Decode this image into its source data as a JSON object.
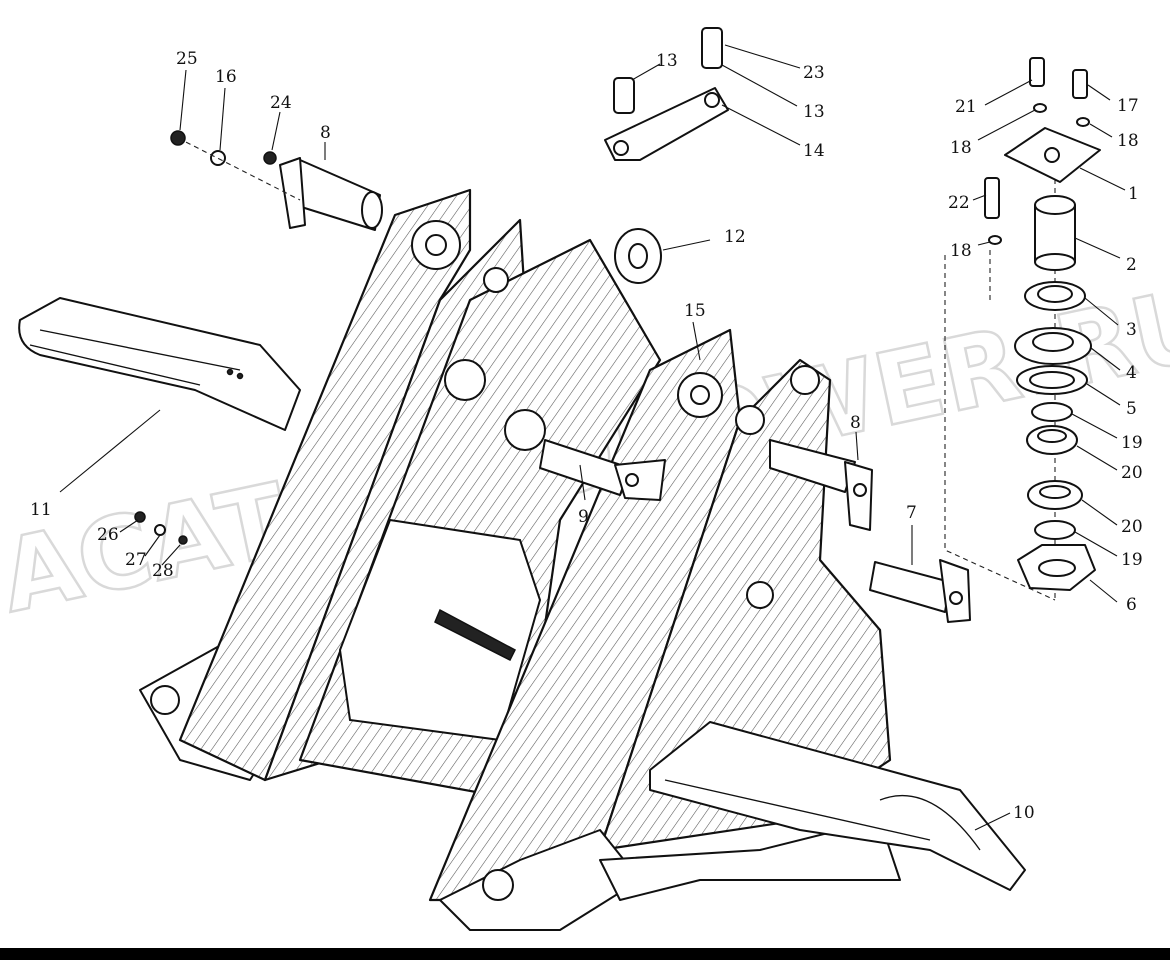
{
  "watermark": "ACAT-AUTOPOWER.RU",
  "callouts": [
    {
      "id": "c1",
      "text": "25"
    },
    {
      "id": "c2",
      "text": "16"
    },
    {
      "id": "c3",
      "text": "24"
    },
    {
      "id": "c4",
      "text": "8"
    },
    {
      "id": "c5",
      "text": "13"
    },
    {
      "id": "c6",
      "text": "23"
    },
    {
      "id": "c7",
      "text": "13"
    },
    {
      "id": "c8",
      "text": "14"
    },
    {
      "id": "c9",
      "text": "21"
    },
    {
      "id": "c10",
      "text": "17"
    },
    {
      "id": "c11",
      "text": "18"
    },
    {
      "id": "c12",
      "text": "18"
    },
    {
      "id": "c13",
      "text": "1"
    },
    {
      "id": "c14",
      "text": "22"
    },
    {
      "id": "c15",
      "text": "12"
    },
    {
      "id": "c16",
      "text": "18"
    },
    {
      "id": "c17",
      "text": "2"
    },
    {
      "id": "c18",
      "text": "3"
    },
    {
      "id": "c19",
      "text": "15"
    },
    {
      "id": "c20",
      "text": "4"
    },
    {
      "id": "c21",
      "text": "5"
    },
    {
      "id": "c22",
      "text": "8"
    },
    {
      "id": "c23",
      "text": "19"
    },
    {
      "id": "c24",
      "text": "20"
    },
    {
      "id": "c25",
      "text": "11"
    },
    {
      "id": "c26",
      "text": "9"
    },
    {
      "id": "c27",
      "text": "7"
    },
    {
      "id": "c28",
      "text": "20"
    },
    {
      "id": "c29",
      "text": "26"
    },
    {
      "id": "c30",
      "text": "19"
    },
    {
      "id": "c31",
      "text": "27"
    },
    {
      "id": "c32",
      "text": "28"
    },
    {
      "id": "c33",
      "text": "6"
    },
    {
      "id": "c34",
      "text": "10"
    }
  ]
}
